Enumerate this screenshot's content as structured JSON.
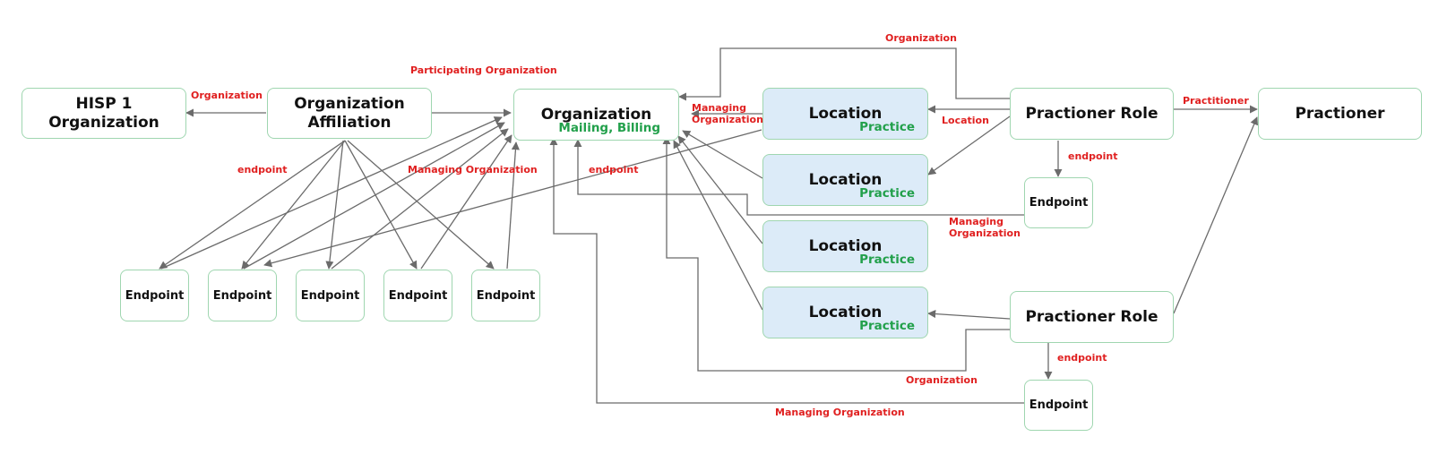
{
  "nodes": {
    "hisp": "HISP 1\nOrganization",
    "affiliation": "Organization\nAffiliation",
    "organization": "Organization",
    "organization_sub": "Mailing, Billing",
    "location": "Location",
    "location_sub": "Practice",
    "role": "Practioner Role",
    "practitioner": "Practioner",
    "endpoint": "Endpoint"
  },
  "edge_labels": {
    "organization": "Organization",
    "participating_organization": "Participating Organization",
    "endpoint": "endpoint",
    "managing_organization": "Managing Organization",
    "managing_organization_2line": "Managing\nOrganization",
    "location": "Location",
    "practitioner": "Practitioner"
  },
  "colors": {
    "label_red": "#e02020",
    "sub_green": "#22a04b",
    "box_border": "#9fd6b0",
    "location_fill": "#dcebf8",
    "arrow": "#6b6b6b"
  }
}
